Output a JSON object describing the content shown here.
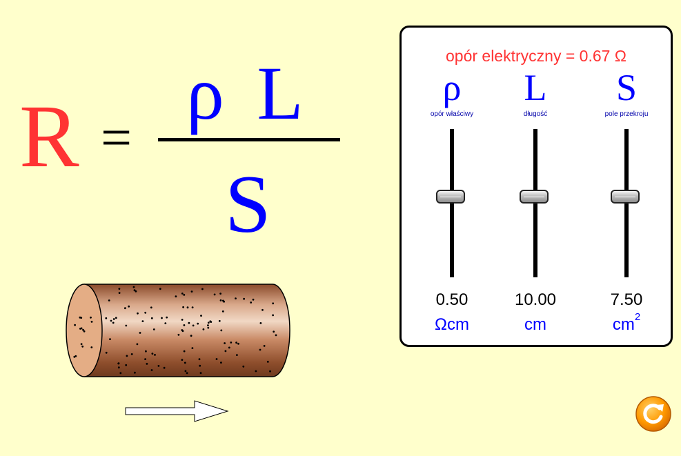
{
  "formula": {
    "lhs": "R",
    "equals": "=",
    "numerator": "ρ L",
    "denominator": "S"
  },
  "panel": {
    "result_text": "opór elektryczny = 0.67 Ω",
    "controls": [
      {
        "symbol": "ρ",
        "caption": "opór właściwy",
        "value": "0.50",
        "unit": "Ωcm",
        "unit_sup": "",
        "level": 0.5
      },
      {
        "symbol": "L",
        "caption": "długość",
        "value": "10.00",
        "unit": "cm",
        "unit_sup": "",
        "level": 0.5
      },
      {
        "symbol": "S",
        "caption": "pole przekroju",
        "value": "7.50",
        "unit": "cm",
        "unit_sup": "2",
        "level": 0.5
      }
    ]
  },
  "colors": {
    "resistance": "#ff3333",
    "parameters": "#0000ff",
    "background": "#ffffcc",
    "reset_button": "#ff9900"
  },
  "icons": {
    "reset": "refresh-icon",
    "flow": "right-arrow-icon"
  }
}
